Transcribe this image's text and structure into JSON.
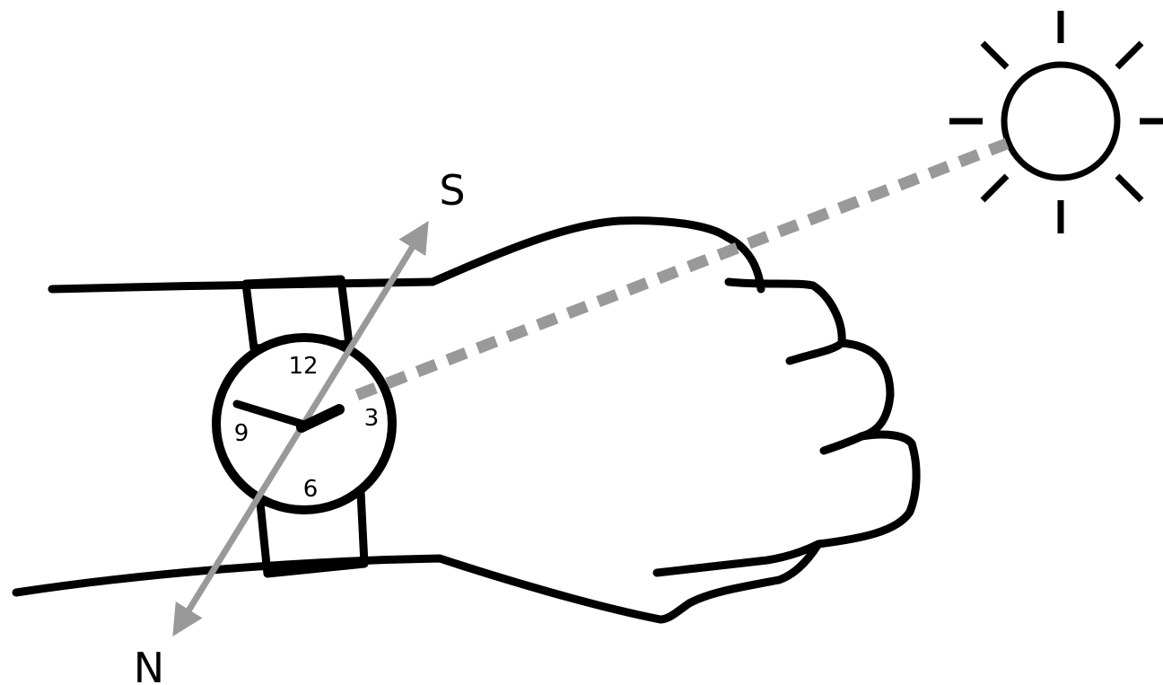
{
  "compass": {
    "south_label": "S",
    "north_label": "N",
    "arrow_color": "#999999"
  },
  "watch": {
    "dial_labels": {
      "twelve": "12",
      "three": "3",
      "six": "6",
      "nine": "9"
    }
  },
  "sun_line": {
    "color": "#999999",
    "style": "dashed"
  },
  "colors": {
    "outline": "#000000",
    "background": "#ffffff"
  }
}
